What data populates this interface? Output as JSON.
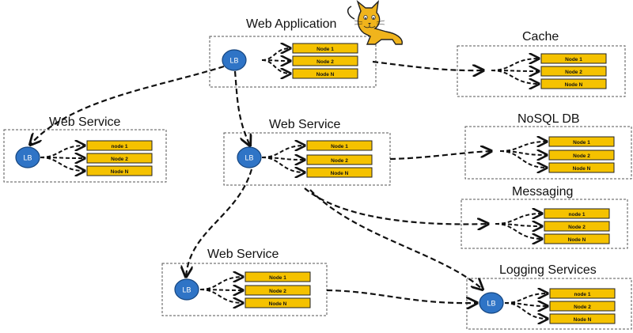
{
  "colors": {
    "node_fill": "#f5c200",
    "node_stroke": "#222222",
    "lb_fill": "#2f74c6",
    "lb_stroke": "#15457f",
    "lb_text": "#ffffff",
    "connector": "#111111",
    "cluster_border": "#555555",
    "background": "#ffffff"
  },
  "mascot_icon": "tomcat-icon",
  "clusters": [
    {
      "id": "web-application",
      "title": "Web Application",
      "has_lb": true,
      "lb_label": "LB",
      "nodes": [
        "Node 1",
        "Node 2",
        "Node N"
      ]
    },
    {
      "id": "cache",
      "title": "Cache",
      "has_lb": false,
      "nodes": [
        "Node 1",
        "Node 2",
        "Node N"
      ]
    },
    {
      "id": "web-service-left",
      "title": "Web Service",
      "has_lb": true,
      "lb_label": "LB",
      "nodes": [
        "node 1",
        "Node 2",
        "Node N"
      ]
    },
    {
      "id": "web-service-center",
      "title": "Web Service",
      "has_lb": true,
      "lb_label": "LB",
      "nodes": [
        "Node 1",
        "Node 2",
        "Node N"
      ]
    },
    {
      "id": "nosql-db",
      "title": "NoSQL DB",
      "has_lb": false,
      "nodes": [
        "Node 1",
        "Node 2",
        "Node N"
      ]
    },
    {
      "id": "messaging",
      "title": "Messaging",
      "has_lb": false,
      "nodes": [
        "node 1",
        "Node 2",
        "Node N"
      ]
    },
    {
      "id": "web-service-bottom",
      "title": "Web Service",
      "has_lb": true,
      "lb_label": "LB",
      "nodes": [
        "Node 1",
        "Node 2",
        "Node N"
      ]
    },
    {
      "id": "logging-services",
      "title": "Logging Services",
      "has_lb": true,
      "lb_label": "LB",
      "nodes": [
        "node 1",
        "Node 2",
        "Node N"
      ]
    }
  ],
  "connections": [
    {
      "from": "web-application",
      "to": "cache"
    },
    {
      "from": "web-application",
      "to": "web-service-left"
    },
    {
      "from": "web-application",
      "to": "web-service-center"
    },
    {
      "from": "web-service-center",
      "to": "nosql-db"
    },
    {
      "from": "web-service-center",
      "to": "messaging"
    },
    {
      "from": "web-service-center",
      "to": "logging-services"
    },
    {
      "from": "web-service-center",
      "to": "web-service-bottom"
    },
    {
      "from": "web-service-bottom",
      "to": "logging-services"
    }
  ]
}
